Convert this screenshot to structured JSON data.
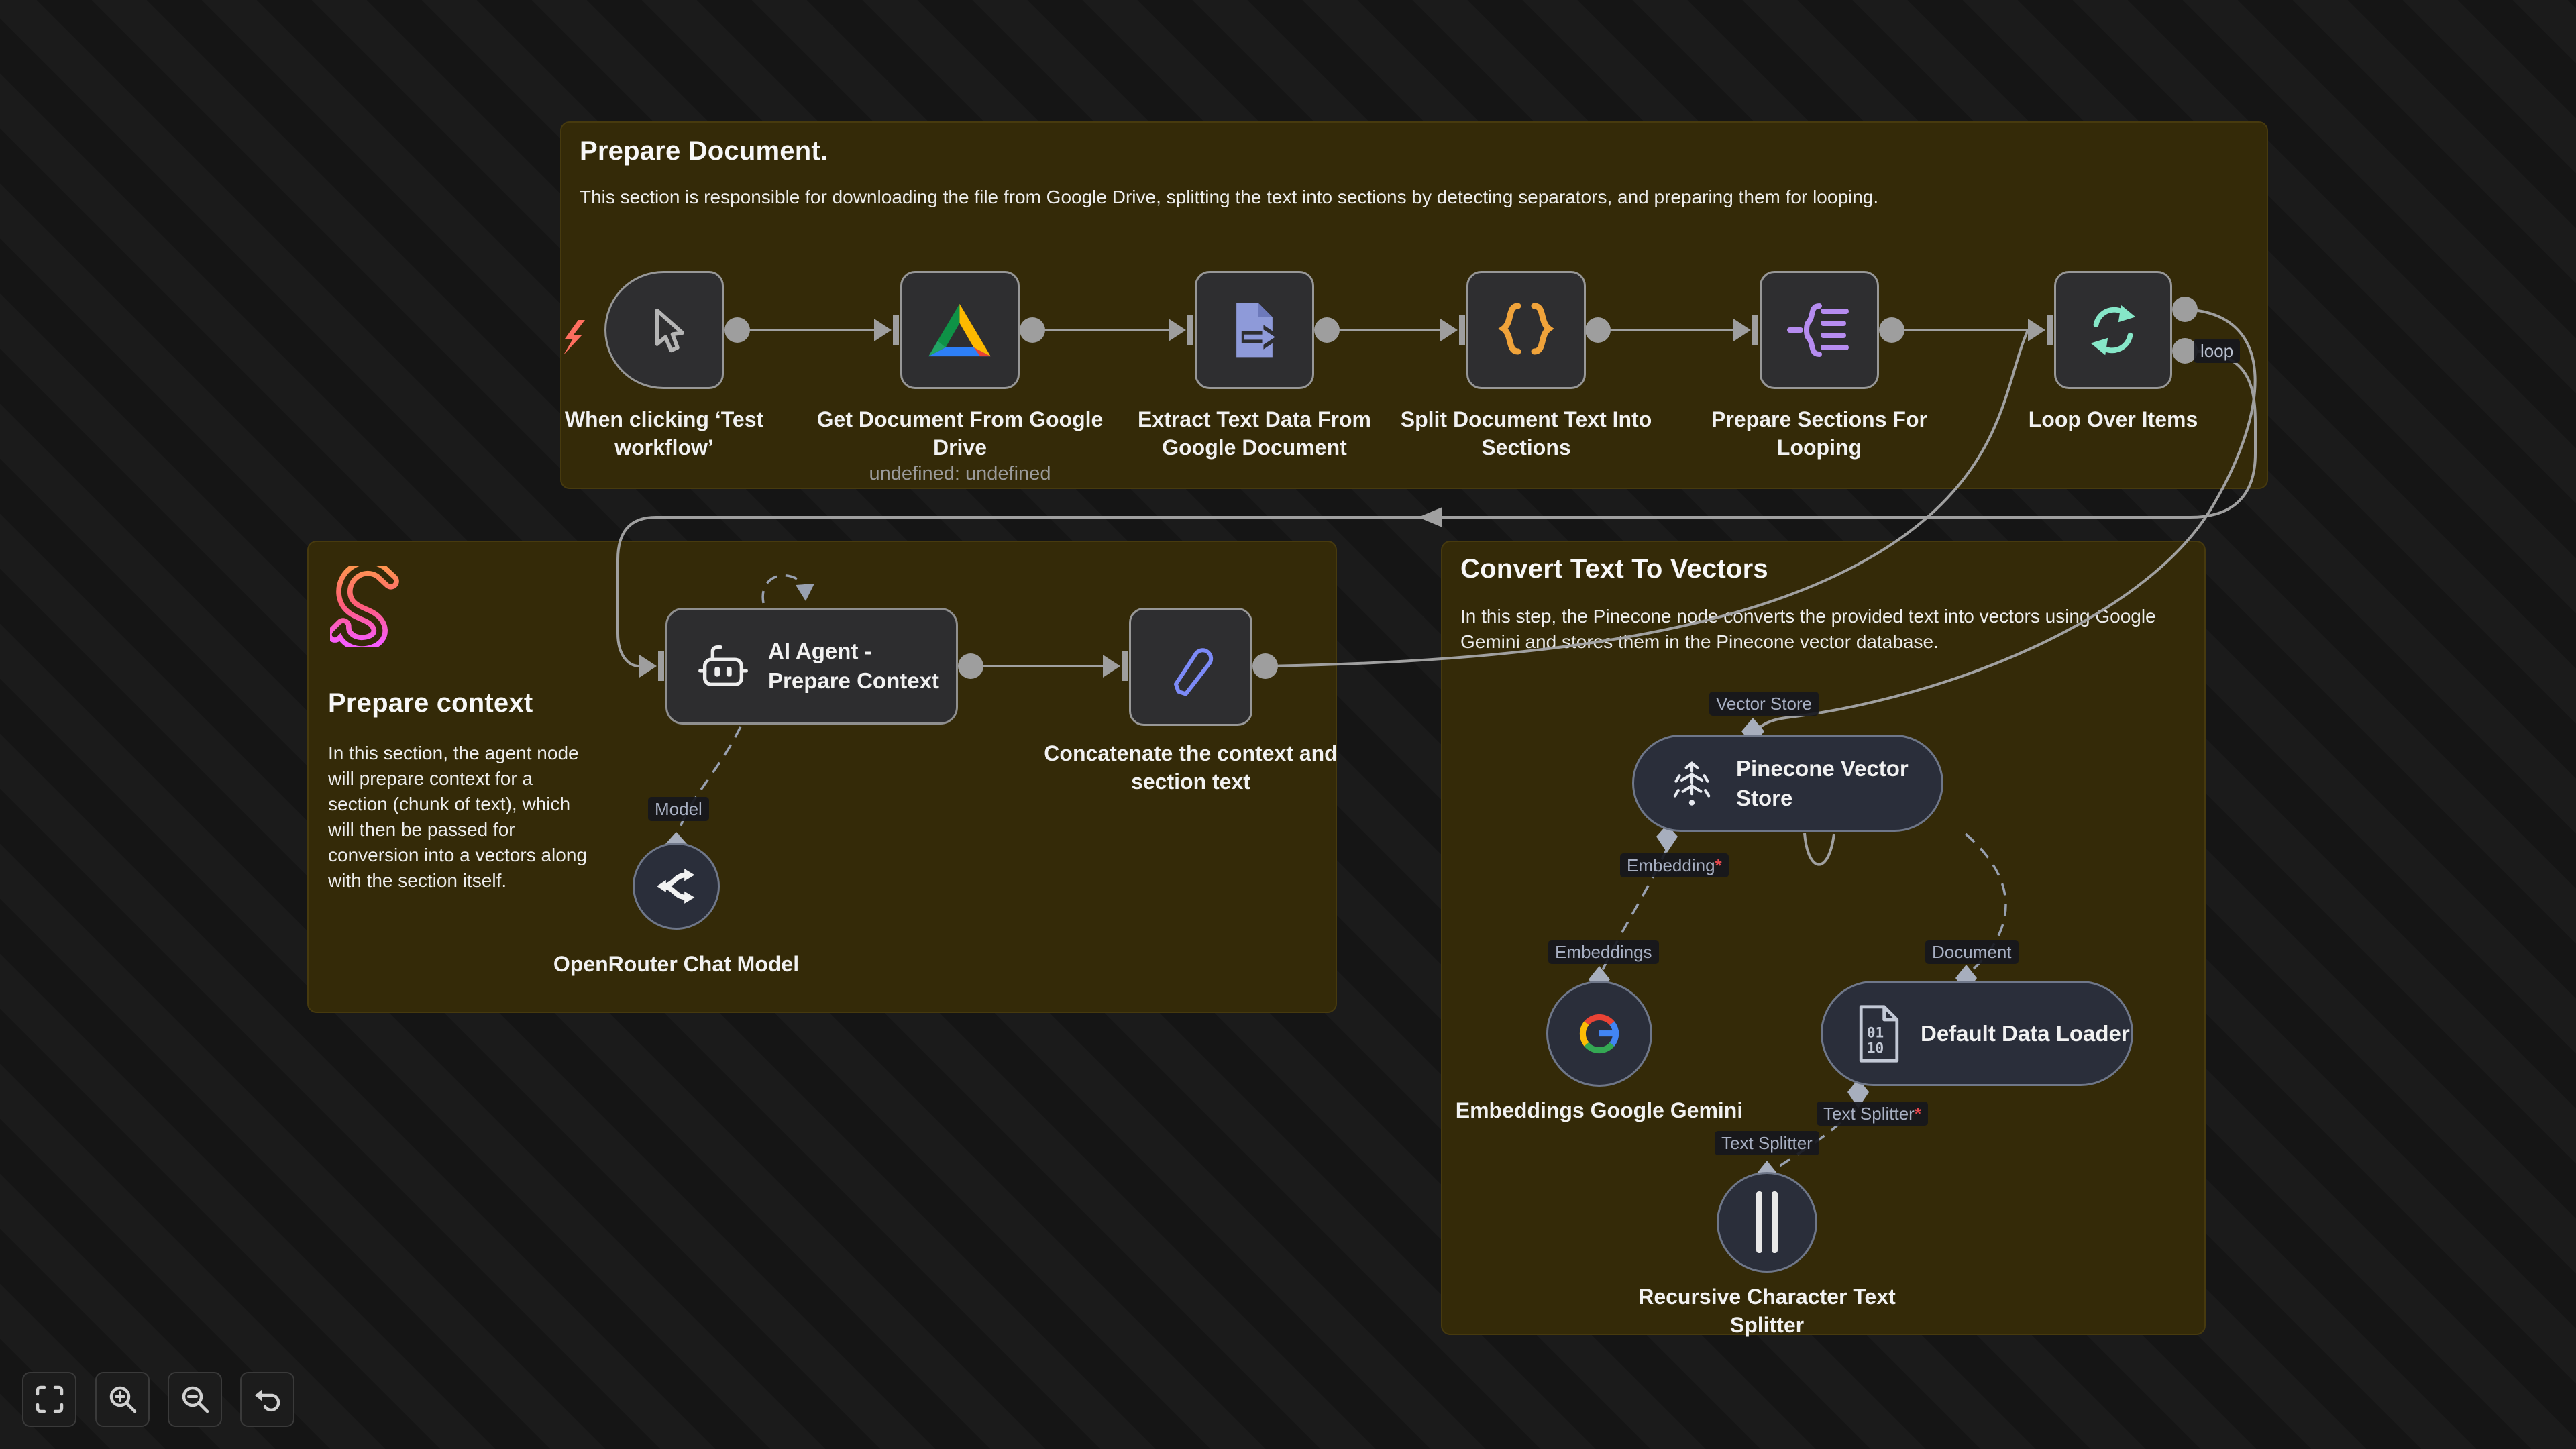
{
  "groups": [
    {
      "title": "Prepare Document.",
      "description": "This section is responsible for downloading the file from Google Drive, splitting the text into sections by detecting separators, and preparing them for looping."
    },
    {
      "title": "Prepare context",
      "description": "In this section, the agent node will prepare context for a section (chunk of text), which will then be passed for conversion into a vectors along with the section itself."
    },
    {
      "title": "Convert Text To Vectors",
      "description": "In this step, the Pinecone node converts the provided text into vectors using Google Gemini and stores them in the Pinecone vector database."
    }
  ],
  "nodes": {
    "trigger": {
      "label": "When clicking ‘Test workflow’"
    },
    "gdrive": {
      "label": "Get Document From Google Drive",
      "status": "undefined: undefined"
    },
    "extract": {
      "label": "Extract Text Data From Google Document"
    },
    "split": {
      "label": "Split Document Text Into Sections"
    },
    "prepare_sections": {
      "label": "Prepare Sections For Looping"
    },
    "loop": {
      "label": "Loop Over Items"
    },
    "agent": {
      "label": "AI Agent - Prepare Context"
    },
    "concat": {
      "label": "Concatenate the context and section text"
    },
    "openrouter": {
      "label": "OpenRouter Chat Model"
    },
    "pinecone": {
      "label": "Pinecone Vector Store"
    },
    "gemini": {
      "label": "Embeddings Google Gemini"
    },
    "loader": {
      "label": "Default Data Loader"
    },
    "splitter": {
      "label": "Recursive Character Text Splitter"
    }
  },
  "ports": {
    "loop": "loop",
    "model": "Model",
    "vector_store": "Vector Store",
    "embedding": "Embedding",
    "embeddings": "Embeddings",
    "document": "Document",
    "text_splitter": "Text Splitter",
    "star": "*"
  },
  "colors": {
    "sticky_bg": "#342a08",
    "wire": "#a0a0a0",
    "accent_orange": "#f0a33a",
    "accent_purple": "#b68cf0",
    "accent_teal": "#86e7c8",
    "accent_blue": "#7c8af7",
    "bolt": "#ff6e5f",
    "required": "#e5484d"
  },
  "controls": {
    "buttons": [
      "fit-view",
      "zoom-in",
      "zoom-out",
      "undo"
    ]
  }
}
